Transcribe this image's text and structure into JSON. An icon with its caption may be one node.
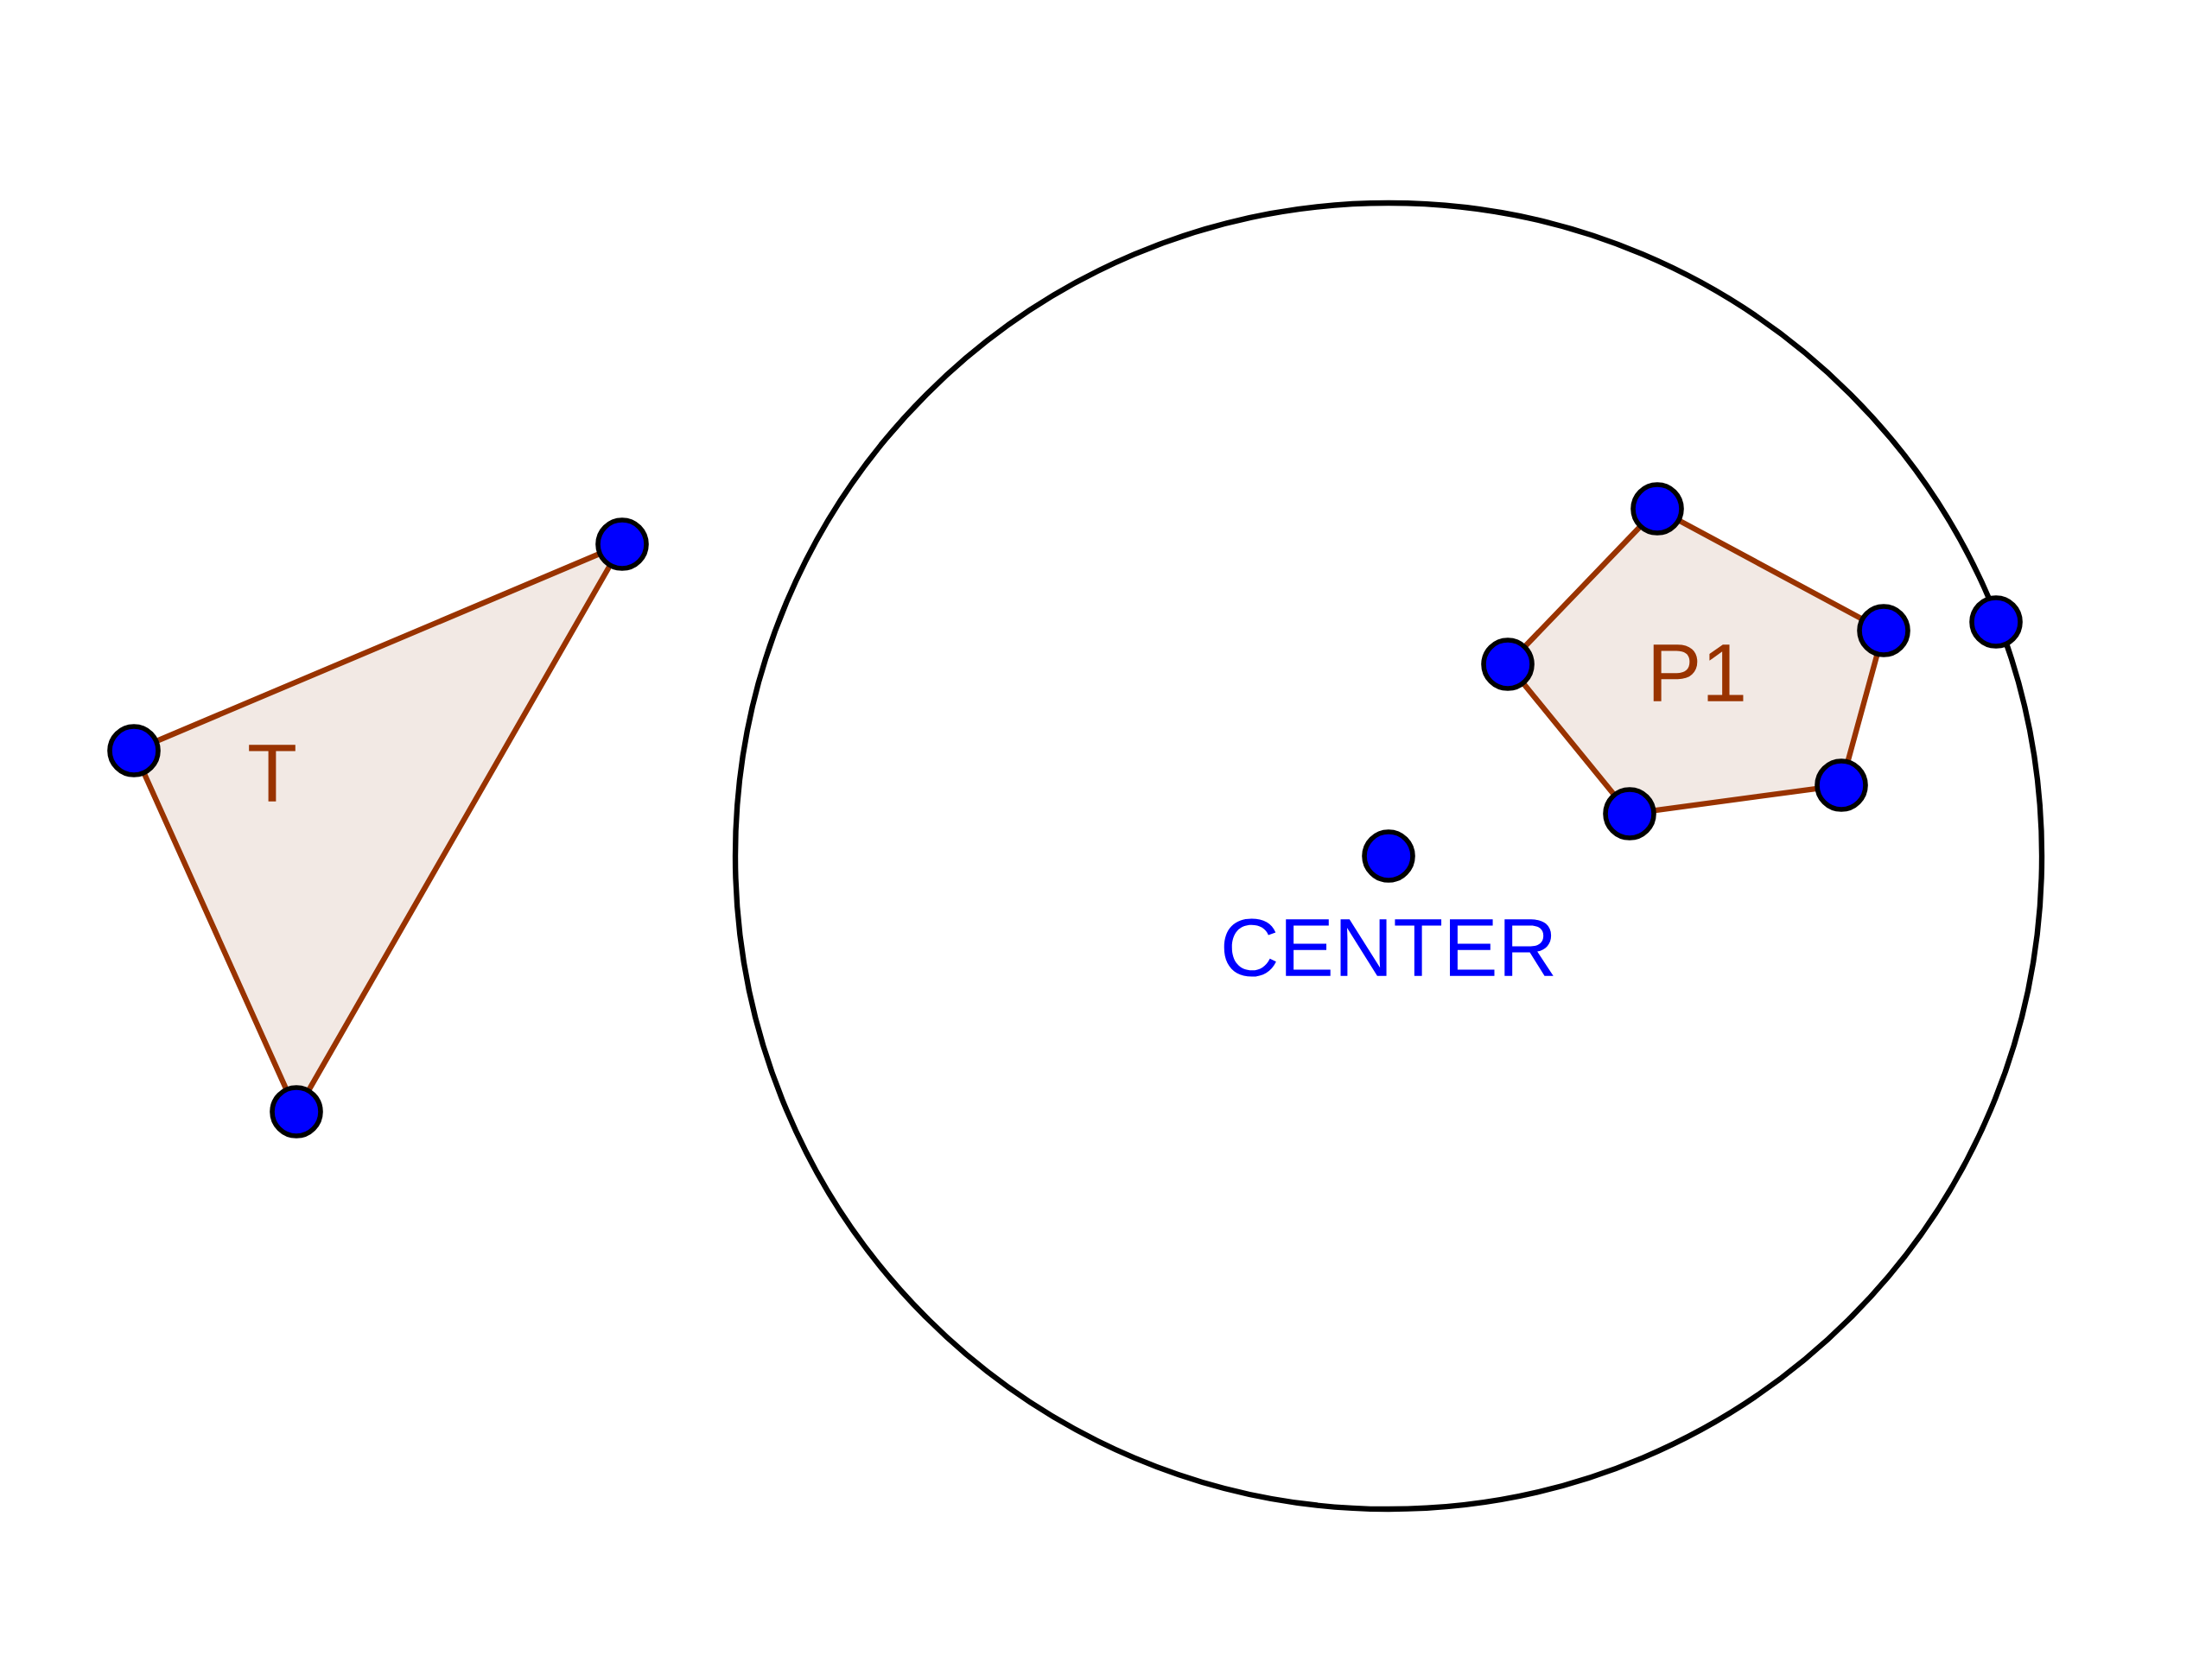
{
  "diagram": {
    "nodes": [
      {
        "text": [
          "T"
        ]
      },
      {
        "text": [],
        "shape": "circle"
      },
      {
        "text": [
          "P1"
        ],
        "in": 1
      },
      {
        "text": [],
        "shape": "circle",
        "in": 1,
        "beside": [
          "CENTER"
        ]
      },
      {
        "text": [],
        "shape": "circle",
        "in": 1
      }
    ]
  }
}
